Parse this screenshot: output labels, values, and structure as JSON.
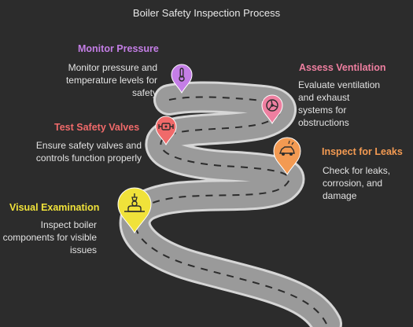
{
  "title": "Boiler Safety Inspection Process",
  "steps": {
    "monitor": {
      "title": "Monitor Pressure",
      "desc": "Monitor pressure and temperature levels for safety",
      "color": "#c47ee6",
      "icon": "thermometer-icon"
    },
    "ventilation": {
      "title": "Assess Ventilation",
      "desc": "Evaluate ventilation and exhaust systems for obstructions",
      "color": "#ee7fa0",
      "icon": "fan-icon"
    },
    "valves": {
      "title": "Test Safety Valves",
      "desc": "Ensure safety valves and controls function properly",
      "color": "#f06a6a",
      "icon": "valve-icon"
    },
    "leaks": {
      "title": "Inspect for Leaks",
      "desc": "Check for leaks, corrosion, and damage",
      "color": "#f39a52",
      "icon": "car-leak-icon"
    },
    "visual": {
      "title": "Visual Examination",
      "desc": "Inspect boiler components for visible issues",
      "color": "#f0e23a",
      "icon": "inspector-icon"
    }
  }
}
